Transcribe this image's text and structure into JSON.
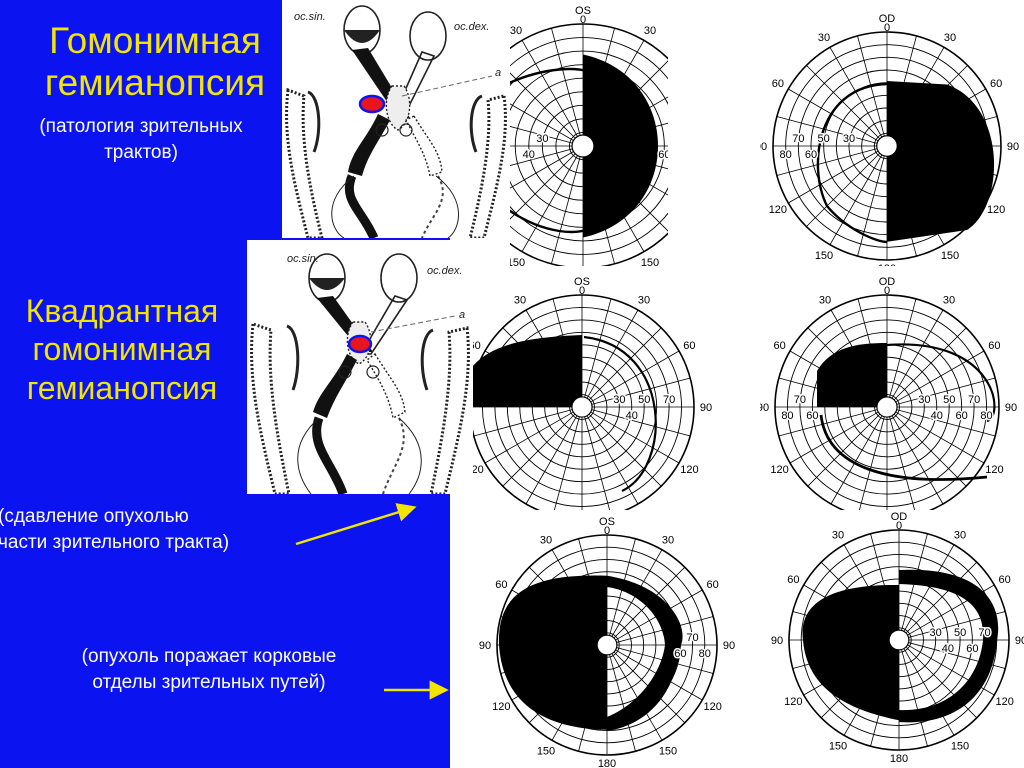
{
  "panel": {
    "title1": [
      "Гомонимная",
      "гемианопсия"
    ],
    "note1": [
      "(патология зрительных",
      "трактов)"
    ],
    "title2": [
      "Квадрантная",
      "гомонимная",
      "гемианопсия"
    ],
    "note2": [
      "(сдавление опухолью",
      "части зрительного тракта)"
    ],
    "note3": [
      "(опухоль поражает корковые",
      "отделы зрительных путей)"
    ],
    "colors": {
      "background": "#0b14f0",
      "title": "#f2e600",
      "note": "#ffffff",
      "arrow": "#f2e600",
      "lesion": "#e8141e"
    }
  },
  "anatomy": {
    "left_label": "oc.sin.",
    "right_label": "oc.dex.",
    "pointer_label": "a"
  },
  "fields": {
    "eye_labels": [
      "OS",
      "OD",
      "OS",
      "OD"
    ],
    "degree_labels": [
      "0",
      "30",
      "60",
      "90",
      "120",
      "150",
      "180"
    ],
    "ring_labels": [
      "30",
      "40",
      "50",
      "60",
      "70",
      "80"
    ]
  }
}
